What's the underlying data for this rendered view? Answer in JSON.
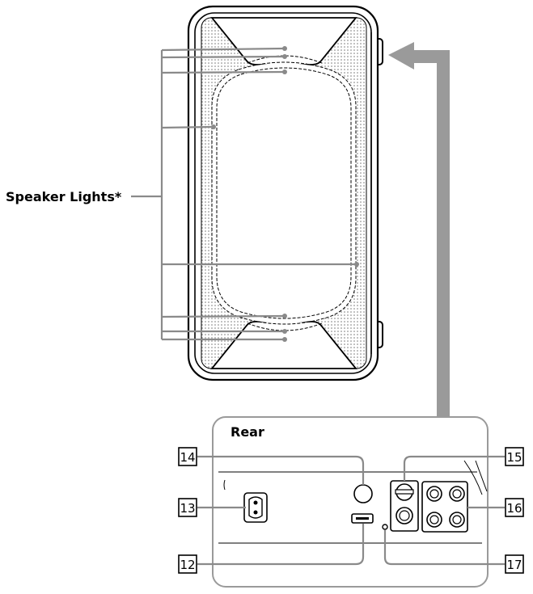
{
  "labels": {
    "speaker_lights": "Speaker Lights*",
    "rear": "Rear"
  },
  "callouts": {
    "c12": "12",
    "c13": "13",
    "c14": "14",
    "c15": "15",
    "c16": "16",
    "c17": "17"
  },
  "colors": {
    "line": "#000000",
    "leader": "#8a8a8a",
    "arrow": "#9a9a9a",
    "frame": "#9a9a9a"
  },
  "icons": [
    "speaker-body",
    "power-socket",
    "usb-port",
    "audio-jack",
    "knob",
    "rca-jack",
    "arrow"
  ]
}
